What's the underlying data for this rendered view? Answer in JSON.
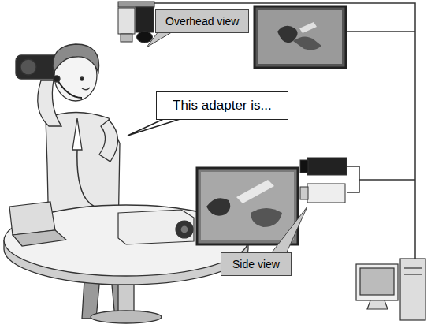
{
  "diagram": {
    "nodes": [
      {
        "text": [
          "Overhead view"
        ]
      },
      {
        "text": [
          "This adapter is..."
        ]
      },
      {
        "text": [
          "Side view"
        ]
      }
    ]
  }
}
